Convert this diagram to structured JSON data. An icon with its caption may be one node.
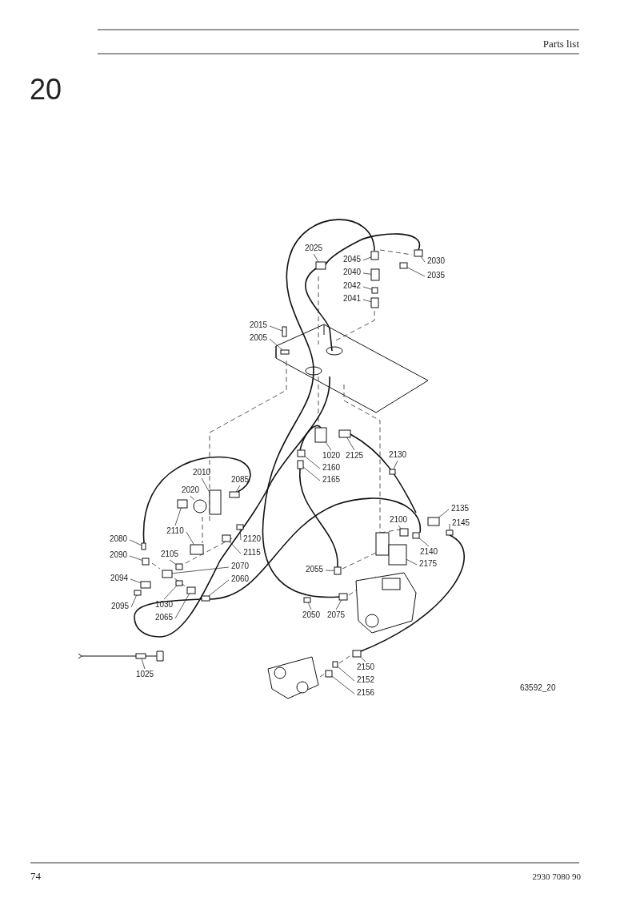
{
  "diagram": {
    "nodes": [
      {
        "text": [
          "2025"
        ]
      },
      {
        "text": [
          "2045"
        ]
      },
      {
        "text": [
          "2030"
        ]
      },
      {
        "text": [
          "2040"
        ]
      },
      {
        "text": [
          "2035"
        ]
      },
      {
        "text": [
          "2042"
        ]
      },
      {
        "text": [
          "2041"
        ]
      },
      {
        "text": [
          "2015"
        ]
      },
      {
        "text": [
          "2005"
        ]
      },
      {
        "text": [
          "1020"
        ]
      },
      {
        "text": [
          "2125"
        ]
      },
      {
        "text": [
          "2130"
        ]
      },
      {
        "text": [
          "2160"
        ]
      },
      {
        "text": [
          "2165"
        ]
      },
      {
        "text": [
          "2010"
        ]
      },
      {
        "text": [
          "2085"
        ]
      },
      {
        "text": [
          "2020"
        ]
      },
      {
        "text": [
          "2135"
        ]
      },
      {
        "text": [
          "2145"
        ]
      },
      {
        "text": [
          "2100"
        ]
      },
      {
        "text": [
          "2110"
        ]
      },
      {
        "text": [
          "2120"
        ]
      },
      {
        "text": [
          "2080"
        ]
      },
      {
        "text": [
          "2115"
        ]
      },
      {
        "text": [
          "2140"
        ]
      },
      {
        "text": [
          "2090"
        ]
      },
      {
        "text": [
          "2105"
        ]
      },
      {
        "text": [
          "2175"
        ]
      },
      {
        "text": [
          "2070"
        ]
      },
      {
        "text": [
          "2055"
        ]
      },
      {
        "text": [
          "2060"
        ]
      },
      {
        "text": [
          "2094"
        ]
      },
      {
        "text": [
          "2095"
        ]
      },
      {
        "text": [
          "1030"
        ]
      },
      {
        "text": [
          "2065"
        ]
      },
      {
        "text": [
          "2050"
        ]
      },
      {
        "text": [
          "2075"
        ]
      },
      {
        "text": [
          "2150"
        ]
      },
      {
        "text": [
          "2152"
        ]
      },
      {
        "text": [
          "2156"
        ]
      },
      {
        "text": [
          "1025"
        ]
      },
      {
        "text": [],
        "shape": "box"
      },
      {
        "text": [],
        "shape": "box"
      },
      {
        "text": [],
        "shape": "box"
      },
      {
        "text": [],
        "shape": "box"
      },
      {
        "text": [],
        "shape": "box"
      },
      {
        "text": [],
        "shape": "box"
      },
      {
        "text": [],
        "shape": "box"
      },
      {
        "text": [],
        "shape": "box"
      },
      {
        "text": [],
        "shape": "box"
      },
      {
        "text": [],
        "shape": "box"
      },
      {
        "text": [],
        "shape": "box"
      },
      {
        "text": [],
        "shape": "box"
      },
      {
        "text": [],
        "shape": "box"
      },
      {
        "text": [],
        "shape": "box"
      },
      {
        "text": [],
        "shape": "box"
      },
      {
        "text": [],
        "shape": "box"
      },
      {
        "text": [],
        "shape": "circle"
      },
      {
        "text": [],
        "shape": "box"
      },
      {
        "text": [],
        "shape": "box"
      },
      {
        "text": [],
        "shape": "box"
      },
      {
        "text": [],
        "shape": "box"
      },
      {
        "text": [],
        "shape": "box"
      },
      {
        "text": [],
        "shape": "box"
      },
      {
        "text": [],
        "shape": "box"
      },
      {
        "text": [],
        "shape": "box"
      },
      {
        "text": [],
        "shape": "box"
      },
      {
        "text": [],
        "shape": "box"
      },
      {
        "text": [],
        "shape": "box"
      },
      {
        "text": [],
        "shape": "box"
      },
      {
        "text": [],
        "shape": "box"
      },
      {
        "text": [],
        "shape": "box"
      },
      {
        "text": [],
        "shape": "box"
      },
      {
        "text": [],
        "shape": "box"
      },
      {
        "text": [],
        "shape": "box"
      },
      {
        "text": [],
        "shape": "box"
      },
      {
        "text": [],
        "shape": "box"
      },
      {
        "text": [],
        "shape": "box"
      },
      {
        "text": [],
        "shape": "box"
      },
      {
        "text": [],
        "shape": "box"
      },
      {
        "text": [],
        "shape": "box"
      },
      {
        "text": [],
        "shape": "box"
      },
      {
        "text": [],
        "shape": "box"
      }
    ],
    "edges": [
      {
        "from": 0,
        "to": 41,
        "arrow": "none"
      },
      {
        "from": 1,
        "to": 42,
        "arrow": "none"
      },
      {
        "from": 2,
        "to": 43,
        "arrow": "none"
      },
      {
        "from": 3,
        "to": 44,
        "arrow": "none"
      },
      {
        "from": 4,
        "to": 45,
        "arrow": "none"
      },
      {
        "from": 5,
        "to": 46,
        "arrow": "none"
      },
      {
        "from": 6,
        "to": 47,
        "arrow": "none"
      },
      {
        "from": 7,
        "to": 48,
        "arrow": "none"
      },
      {
        "from": 8,
        "to": 49,
        "arrow": "none"
      },
      {
        "from": 9,
        "to": 50,
        "arrow": "none"
      },
      {
        "from": 10,
        "to": 51,
        "arrow": "none"
      },
      {
        "from": 11,
        "to": 52,
        "arrow": "none"
      },
      {
        "from": 12,
        "to": 53,
        "arrow": "none"
      },
      {
        "from": 13,
        "to": 54,
        "arrow": "none"
      },
      {
        "from": 14,
        "to": 55,
        "arrow": "none"
      },
      {
        "from": 15,
        "to": 56,
        "arrow": "none"
      },
      {
        "from": 16,
        "to": 57,
        "arrow": "none"
      },
      {
        "from": 17,
        "to": 58,
        "arrow": "none"
      },
      {
        "from": 18,
        "to": 59,
        "arrow": "none"
      },
      {
        "from": 19,
        "to": 60,
        "arrow": "none"
      },
      {
        "from": 20,
        "to": 61,
        "arrow": "none"
      },
      {
        "from": 20,
        "to": 62,
        "arrow": "none"
      },
      {
        "from": 21,
        "to": 63,
        "arrow": "none"
      },
      {
        "from": 22,
        "to": 64,
        "arrow": "none"
      },
      {
        "from": 23,
        "to": 65,
        "arrow": "none"
      },
      {
        "from": 24,
        "to": 66,
        "arrow": "none"
      },
      {
        "from": 25,
        "to": 67,
        "arrow": "none"
      },
      {
        "from": 26,
        "to": 68,
        "arrow": "none"
      },
      {
        "from": 27,
        "to": 69,
        "arrow": "none"
      },
      {
        "from": 28,
        "to": 70,
        "arrow": "none"
      },
      {
        "from": 29,
        "to": 71,
        "arrow": "none"
      },
      {
        "from": 30,
        "to": 72,
        "arrow": "none"
      },
      {
        "from": 31,
        "to": 73,
        "arrow": "none"
      },
      {
        "from": 32,
        "to": 74,
        "arrow": "none"
      },
      {
        "from": 33,
        "to": 75,
        "arrow": "none"
      },
      {
        "from": 34,
        "to": 76,
        "arrow": "none"
      },
      {
        "from": 35,
        "to": 77,
        "arrow": "none"
      },
      {
        "from": 36,
        "to": 78,
        "arrow": "none"
      },
      {
        "from": 37,
        "to": 79,
        "arrow": "none"
      },
      {
        "from": 38,
        "to": 80,
        "arrow": "none"
      },
      {
        "from": 39,
        "to": 81,
        "arrow": "none"
      },
      {
        "from": 40,
        "to": 82,
        "arrow": "none"
      }
    ],
    "labels": [
      "Parts list",
      "20",
      "63592_20",
      "74",
      "2930 7080 90"
    ]
  }
}
